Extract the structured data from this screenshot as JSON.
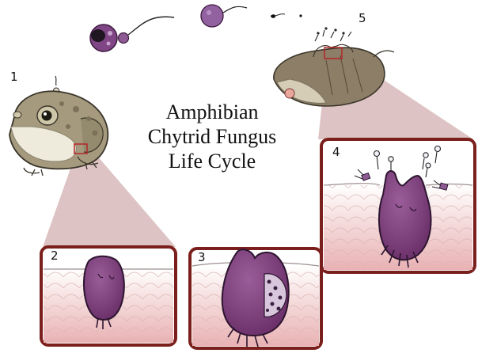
{
  "title": {
    "line1": "Amphibian",
    "line2": "Chytrid Fungus",
    "line3": "Life Cycle"
  },
  "stages": [
    {
      "number": "1"
    },
    {
      "number": "2"
    },
    {
      "number": "3"
    },
    {
      "number": "4"
    },
    {
      "number": "5"
    }
  ],
  "colors": {
    "frame": "#7a1f1c",
    "sporangium": "#7b3f7a",
    "zoospore": "#8e5a94",
    "skin": "#f0c9c9",
    "callout": "#d7b9b9",
    "frog_body": "#a59a7e",
    "frog_belly": "#eeeadc"
  }
}
